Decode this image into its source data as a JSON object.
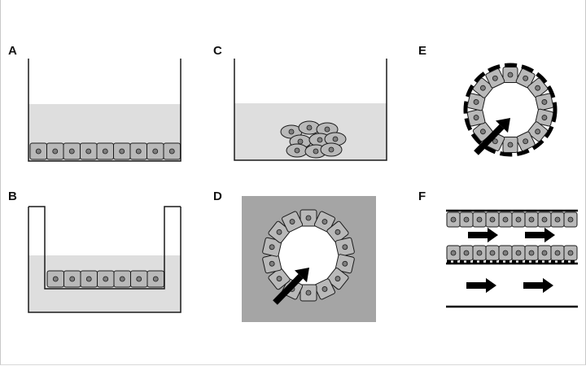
{
  "panels": [
    {
      "id": "A",
      "label": "A"
    },
    {
      "id": "B",
      "label": "B"
    },
    {
      "id": "C",
      "label": "C"
    },
    {
      "id": "D",
      "label": "D"
    },
    {
      "id": "E",
      "label": "E"
    },
    {
      "id": "F",
      "label": "F"
    }
  ],
  "colors": {
    "medium": "#dedede",
    "gel": "#a5a5a5",
    "cell_fill": "#b9b9b9",
    "nucleus_fill": "#7e7e7e",
    "outline": "#1a1a1a",
    "arrow": "#000000"
  },
  "panel_a": {
    "monolayer_cells": 9
  },
  "panel_b": {
    "monolayer_cells": 7
  },
  "panel_c": {
    "aggregate_cells": 9
  },
  "panel_d": {
    "ring_cells": 14,
    "arrow_count": 1
  },
  "panel_e": {
    "ring_cells": 14,
    "arrow_count": 1
  },
  "panel_f": {
    "top_layer_cells": 10,
    "bottom_layer_cells": 10,
    "arrow_count": 4
  }
}
